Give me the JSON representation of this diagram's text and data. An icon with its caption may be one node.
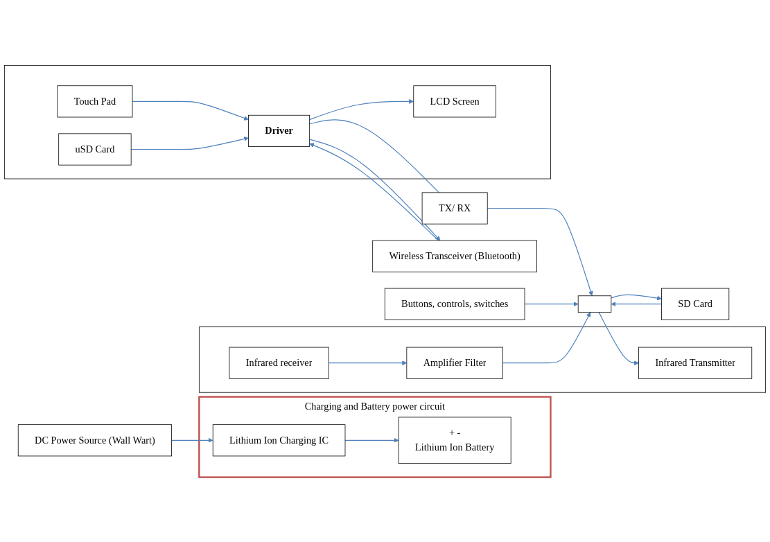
{
  "diagram": {
    "nodes": [
      {
        "text": [],
        "shape": "box"
      },
      {
        "text": [
          "Touch Pad"
        ],
        "in": 0
      },
      {
        "text": [
          "LCD Screen"
        ],
        "in": 0
      },
      {
        "text": [
          "uSD Card"
        ],
        "in": 0
      },
      {
        "text": [
          "Driver"
        ],
        "in": 0
      },
      {
        "text": [
          "Wireless Transceiver (Bluetooth)"
        ]
      },
      {
        "text": [
          "TX/ RX"
        ]
      },
      {
        "text": [],
        "shape": "box"
      },
      {
        "text": [
          "Infrared Transmitter"
        ],
        "in": 7
      },
      {
        "text": [
          "Infrared receiver"
        ],
        "in": 7
      },
      {
        "text": [
          "Amplifier Filter"
        ],
        "in": 7
      },
      {
        "text": [],
        "shape": "box"
      },
      {
        "text": [
          "SD Card"
        ]
      },
      {
        "text": [
          "Buttons, controls, switches"
        ]
      },
      {
        "text": [
          "Charging and Battery power circuit"
        ]
      },
      {
        "text": [
          "DC Power Source (Wall Wart)"
        ]
      },
      {
        "text": [
          "Lithium Ion Charging IC"
        ],
        "in": 14
      },
      {
        "text": [
          "+ -",
          "Lithium Ion Battery"
        ],
        "in": 14
      }
    ],
    "edges": [
      {
        "from": 1,
        "to": 4,
        "arrow": "to"
      },
      {
        "from": 4,
        "to": 2,
        "arrow": "to"
      },
      {
        "from": 3,
        "to": 4,
        "arrow": "to"
      },
      {
        "from": 4,
        "to": 6,
        "arrow": "none"
      },
      {
        "from": 6,
        "to": 11,
        "arrow": "to"
      },
      {
        "from": 11,
        "to": 8,
        "arrow": "to"
      },
      {
        "from": 9,
        "to": 10,
        "arrow": "to"
      },
      {
        "from": 10,
        "to": 11,
        "arrow": "to"
      },
      {
        "from": 11,
        "to": 12,
        "arrow": "to"
      },
      {
        "from": 12,
        "to": 11,
        "arrow": "to"
      },
      {
        "from": 5,
        "to": 4,
        "arrow": "to"
      },
      {
        "from": 4,
        "to": 5,
        "arrow": "to"
      },
      {
        "from": 13,
        "to": 11,
        "arrow": "to"
      },
      {
        "from": 15,
        "to": 16,
        "arrow": "to"
      },
      {
        "from": 16,
        "to": 17,
        "arrow": "to"
      }
    ]
  }
}
